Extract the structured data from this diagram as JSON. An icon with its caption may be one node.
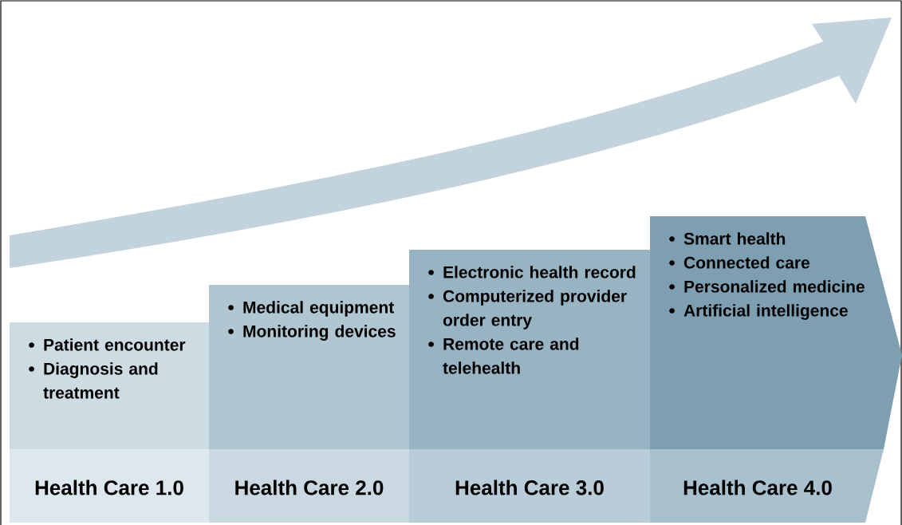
{
  "diagram": {
    "nodes": [
      {
        "text": [
          "Patient encounter",
          "Diagnosis and treatment",
          "Health Care 1.0"
        ]
      },
      {
        "text": [
          "Medical equipment",
          "Monitoring devices",
          "Health Care 2.0"
        ]
      },
      {
        "text": [
          "Electronic health record",
          "Computerized provider order entry",
          "Remote care and telehealth",
          "Health Care 3.0"
        ]
      },
      {
        "text": [
          "Smart health",
          "Connected care",
          "Personalized medicine",
          "Artificial intelligence",
          "Health Care 4.0"
        ]
      }
    ]
  }
}
